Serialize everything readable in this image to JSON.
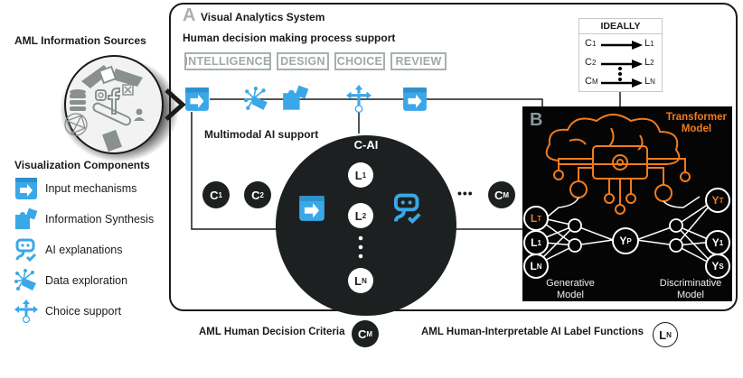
{
  "info_sources": {
    "title": "AML Information Sources",
    "icons": [
      "money-exchange-icon",
      "database-icon",
      "instagram-icon",
      "facebook-icon",
      "x-icon",
      "network-globe-icon",
      "transfer-bar-icon",
      "person-icon",
      "invoice-icon"
    ]
  },
  "legend": {
    "title": "Visualization Components",
    "items": [
      {
        "label": "Input mechanisms",
        "icon": "input-arrow-icon"
      },
      {
        "label": "Information Synthesis",
        "icon": "puzzle-icon"
      },
      {
        "label": "AI explanations",
        "icon": "robot-check-icon"
      },
      {
        "label": "Data exploration",
        "icon": "data-exploration-icon"
      },
      {
        "label": "Choice support",
        "icon": "choice-arrows-icon"
      }
    ]
  },
  "system": {
    "letter": "A",
    "title": "Visual Analytics System",
    "subtitle": "Human decision making process support",
    "stages": [
      "INTELLIGENCE",
      "DESIGN",
      "CHOICE",
      "REVIEW"
    ],
    "multimodal_label": "Multimodal AI support",
    "cai_label": "C-AI",
    "criteria": [
      {
        "main": "C",
        "sub": "1"
      },
      {
        "main": "C",
        "sub": "2"
      },
      {
        "main": "C",
        "sub": "M"
      }
    ],
    "ellipsis": "•••",
    "labels": [
      {
        "main": "L",
        "sub": "1"
      },
      {
        "main": "L",
        "sub": "2"
      },
      {
        "main": "L",
        "sub": "N"
      }
    ]
  },
  "ideally": {
    "title": "IDEALLY",
    "rows": [
      {
        "c": "C",
        "cs": "1",
        "l": "L",
        "ls": "1"
      },
      {
        "c": "C",
        "cs": "2",
        "l": "L",
        "ls": "2"
      },
      {
        "c": "C",
        "cs": "M",
        "l": "L",
        "ls": "N"
      }
    ]
  },
  "transformer": {
    "letter": "B",
    "title_line1": "Transformer",
    "title_line2": "Model",
    "left_nodes": [
      {
        "main": "L",
        "sub": "T"
      },
      {
        "main": "L",
        "sub": "1"
      },
      {
        "main": "L",
        "sub": "N"
      }
    ],
    "center_node": {
      "main": "Y",
      "sub": "P"
    },
    "right_nodes": [
      {
        "main": "Y",
        "sub": "T"
      },
      {
        "main": "Y",
        "sub": "1"
      },
      {
        "main": "Y",
        "sub": "S"
      }
    ],
    "generative_line1": "Generative",
    "generative_line2": "Model",
    "discriminative_line1": "Discriminative",
    "discriminative_line2": "Model"
  },
  "footer": {
    "criteria_label": "AML Human Decision Criteria",
    "criteria_node": {
      "main": "C",
      "sub": "M"
    },
    "labels_label": "AML Human-Interpretable AI Label Functions",
    "labels_node": {
      "main": "L",
      "sub": "N"
    }
  },
  "colors": {
    "accent_blue": "#3aa8e8",
    "accent_orange": "#f07c1e",
    "dark": "#1d2020",
    "stage_gray": "#a8b0b0"
  }
}
